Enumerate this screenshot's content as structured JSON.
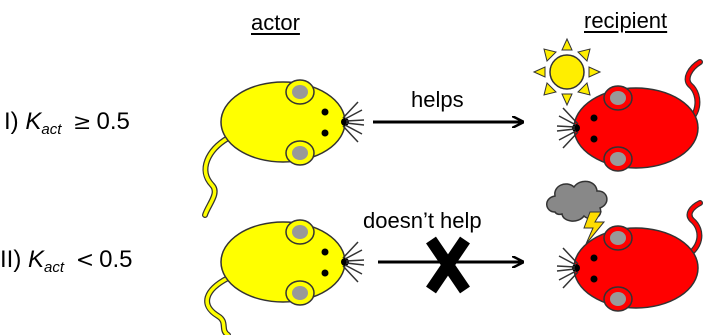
{
  "headers": {
    "actor": "actor",
    "recipient": "recipient"
  },
  "rows": [
    {
      "roman": "I)",
      "symbol": "K",
      "subscript": "act",
      "relation": "≥",
      "threshold": "0.5",
      "arrow_label": "helps",
      "blocked": false,
      "recipient_icon": "sun-icon"
    },
    {
      "roman": "II)",
      "symbol": "K",
      "subscript": "act",
      "relation": "<",
      "threshold": "0.5",
      "arrow_label": "doesn’t help",
      "blocked": true,
      "recipient_icon": "storm-cloud-icon"
    }
  ],
  "colors": {
    "actor_mouse": "#ffff00",
    "recipient_mouse": "#ff0000",
    "ear_inner": "#999999",
    "sun": "#ffee00",
    "cloud": "#888888",
    "lightning": "#ffdd00"
  }
}
